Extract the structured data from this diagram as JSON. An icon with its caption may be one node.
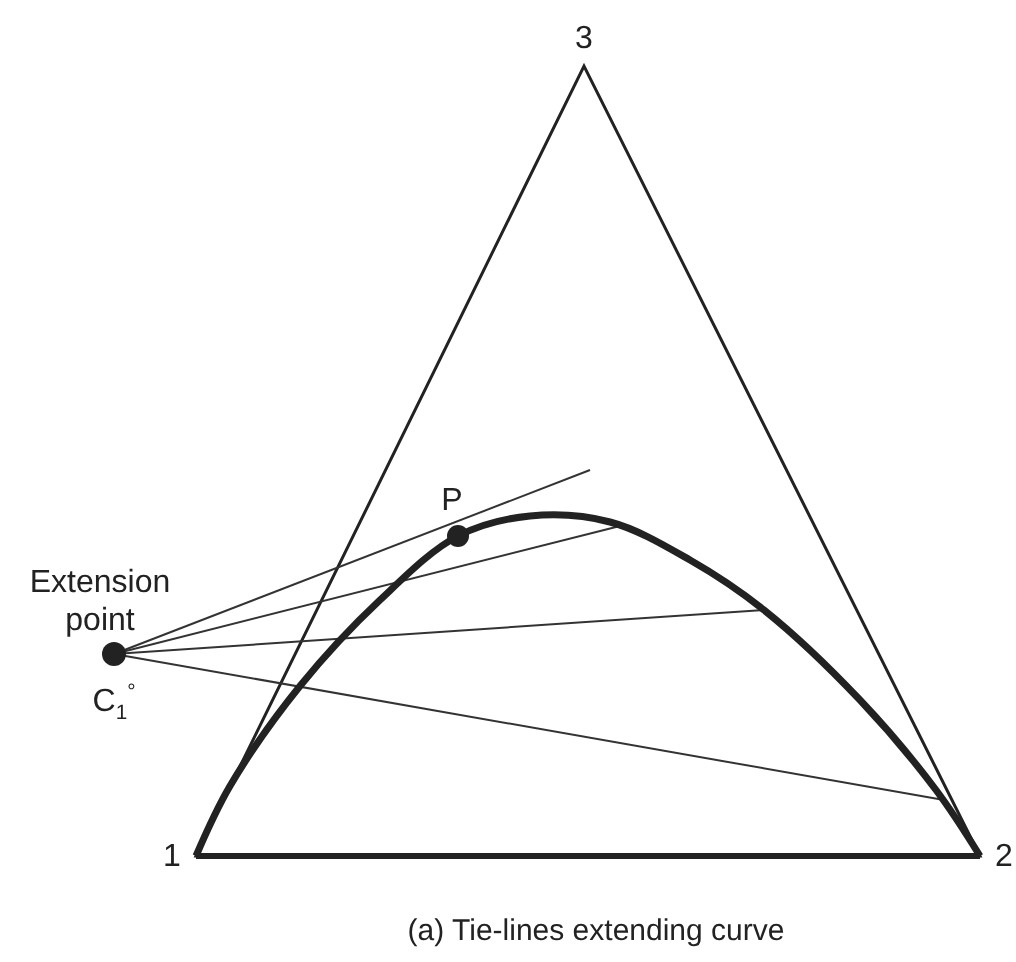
{
  "diagram": {
    "caption": "(a) Tie-lines extending curve",
    "labels": [
      "3",
      "P",
      "Extension point",
      "C$_{1}$$^{°}$",
      "1",
      "2"
    ]
  }
}
